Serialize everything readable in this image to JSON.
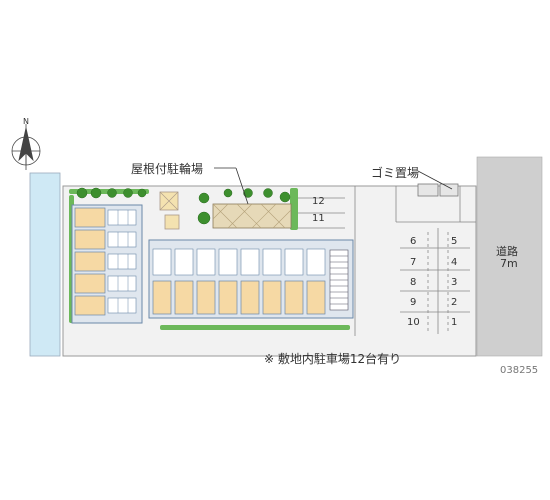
{
  "labels": {
    "bike_parking": "屋根付駐輪場",
    "garbage": "ゴミ置場",
    "road_name": "道路",
    "road_width": "7m",
    "note": "※ 敷地内駐車場12台有り",
    "code": "038255",
    "north": "N"
  },
  "parking": {
    "top_spaces": [
      "12",
      "11"
    ],
    "left_column": [
      "6",
      "7",
      "8",
      "9",
      "10"
    ],
    "right_column": [
      "5",
      "4",
      "3",
      "2",
      "1"
    ]
  },
  "colors": {
    "water": "#cfe9f5",
    "road": "#cfcfcf",
    "site": "#f2f2f2",
    "unit_floor": "#f6d9a4",
    "building_edge": "#6b88a8",
    "corridor": "#dfe6ee",
    "green": "#3d8f2e",
    "hedge": "#6cb85a",
    "roof": "#e6d9b8"
  },
  "icons": [
    "north-arrow-icon",
    "tree-icon",
    "hedge-icon",
    "stair-icon"
  ]
}
